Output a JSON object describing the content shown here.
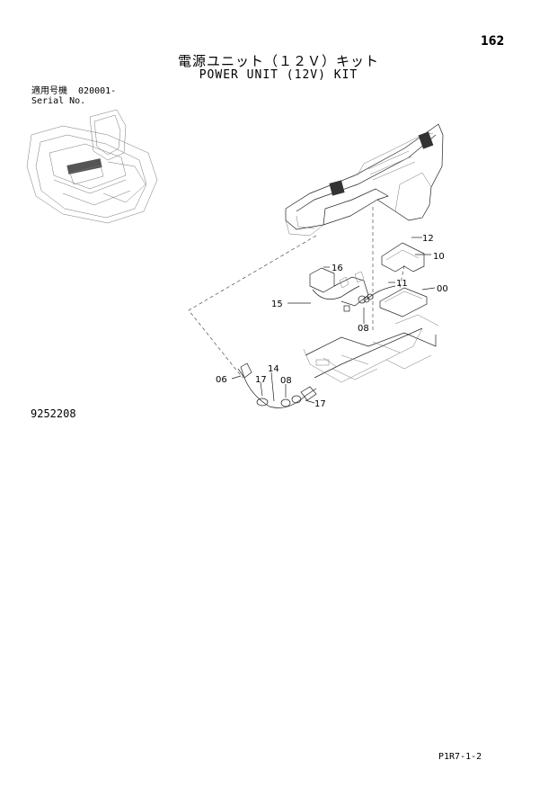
{
  "header": {
    "page_number": "162",
    "title_jp": "電源ユニット（１２Ｖ）キット",
    "title_en": "POWER UNIT (12V) KIT"
  },
  "serial": {
    "label_jp": "適用号機",
    "value": "020001-",
    "label_en": "Serial No."
  },
  "document_number": "9252208",
  "footer_code": "P1R7-1-2",
  "callouts": {
    "c12": "12",
    "c10": "10",
    "c11": "11",
    "c00": "00",
    "c16": "16",
    "c15": "15",
    "c08a": "08",
    "c06": "06",
    "c17a": "17",
    "c14": "14",
    "c08b": "08",
    "c17b": "17"
  }
}
